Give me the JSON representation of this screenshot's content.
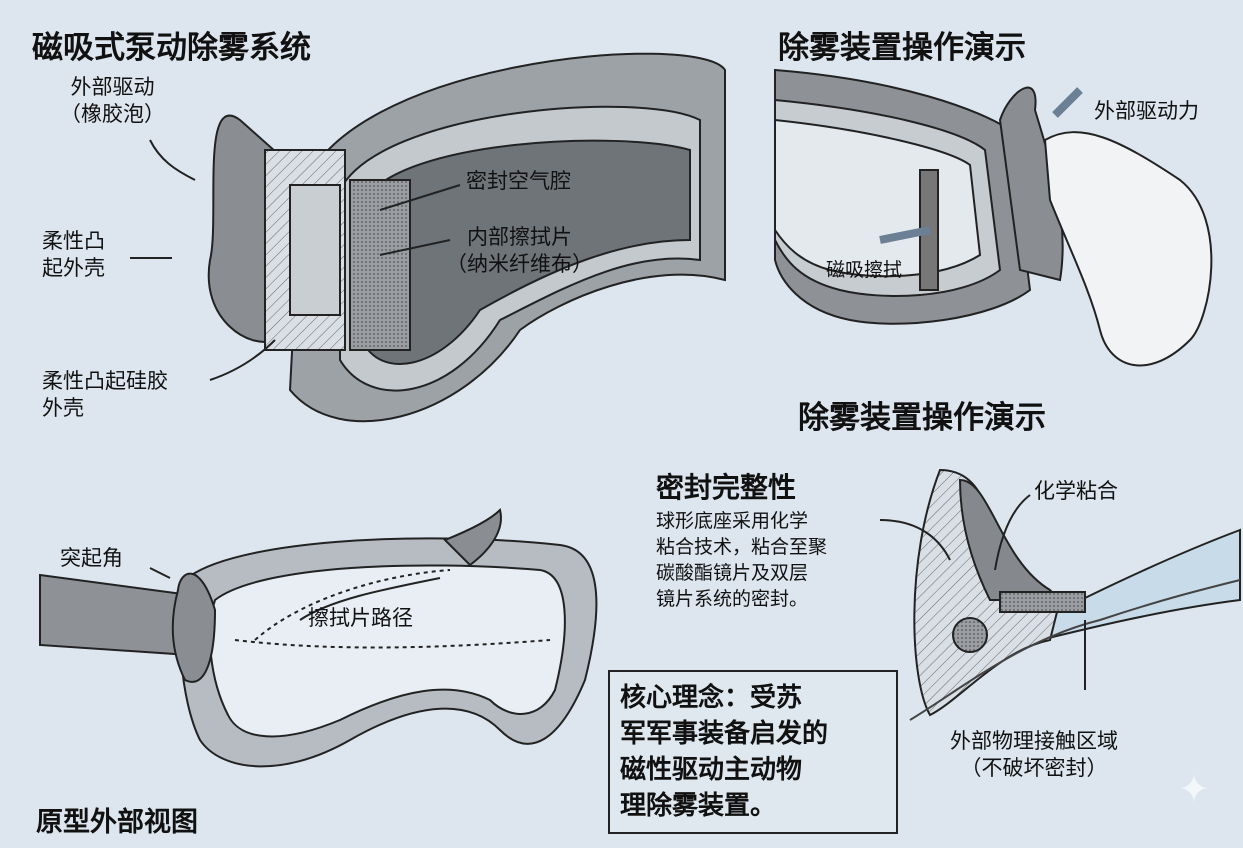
{
  "panels": {
    "top_left": {
      "title": "磁吸式泵动除雾系统",
      "labels": {
        "external_drive": "外部驱动\n（橡胶泡）",
        "external_drive_l1": "外部驱动",
        "external_drive_l2": "（橡胶泡）",
        "flex_shell_l1": "柔性凸",
        "flex_shell_l2": "起外壳",
        "silicone_l1": "柔性凸起硅胶",
        "silicone_l2": "外壳",
        "air_chamber": "密封空气腔",
        "wiper_l1": "内部擦拭片",
        "wiper_l2": "（纳米纤维布）"
      }
    },
    "top_right": {
      "title": "除雾装置操作演示",
      "subtitle": "除雾装置操作演示",
      "labels": {
        "external_force": "外部驱动力",
        "magnetic_wipe": "磁吸擦拭"
      }
    },
    "bottom_left": {
      "title": "原型外部视图",
      "labels": {
        "horn": "突起角",
        "wiper_path": "擦拭片路径"
      }
    },
    "bottom_right": {
      "title": "密封完整性",
      "description": [
        "球形底座采用化学",
        "粘合技术，粘合至聚",
        "碳酸酯镜片及双层",
        "镜片系统的密封。"
      ],
      "labels": {
        "chemical_bond": "化学粘合",
        "contact_l1": "外部物理接触区域",
        "contact_l2": "（不破坏密封）"
      }
    },
    "core_concept": [
      "核心理念：受苏",
      "军军事装备启发的",
      "磁性驱动主动物",
      "理除雾装置。"
    ]
  },
  "colors": {
    "background": "#dde6ee",
    "shell": "#8d9196",
    "frame": "#b9bec4",
    "lens": "#e8eef3"
  }
}
